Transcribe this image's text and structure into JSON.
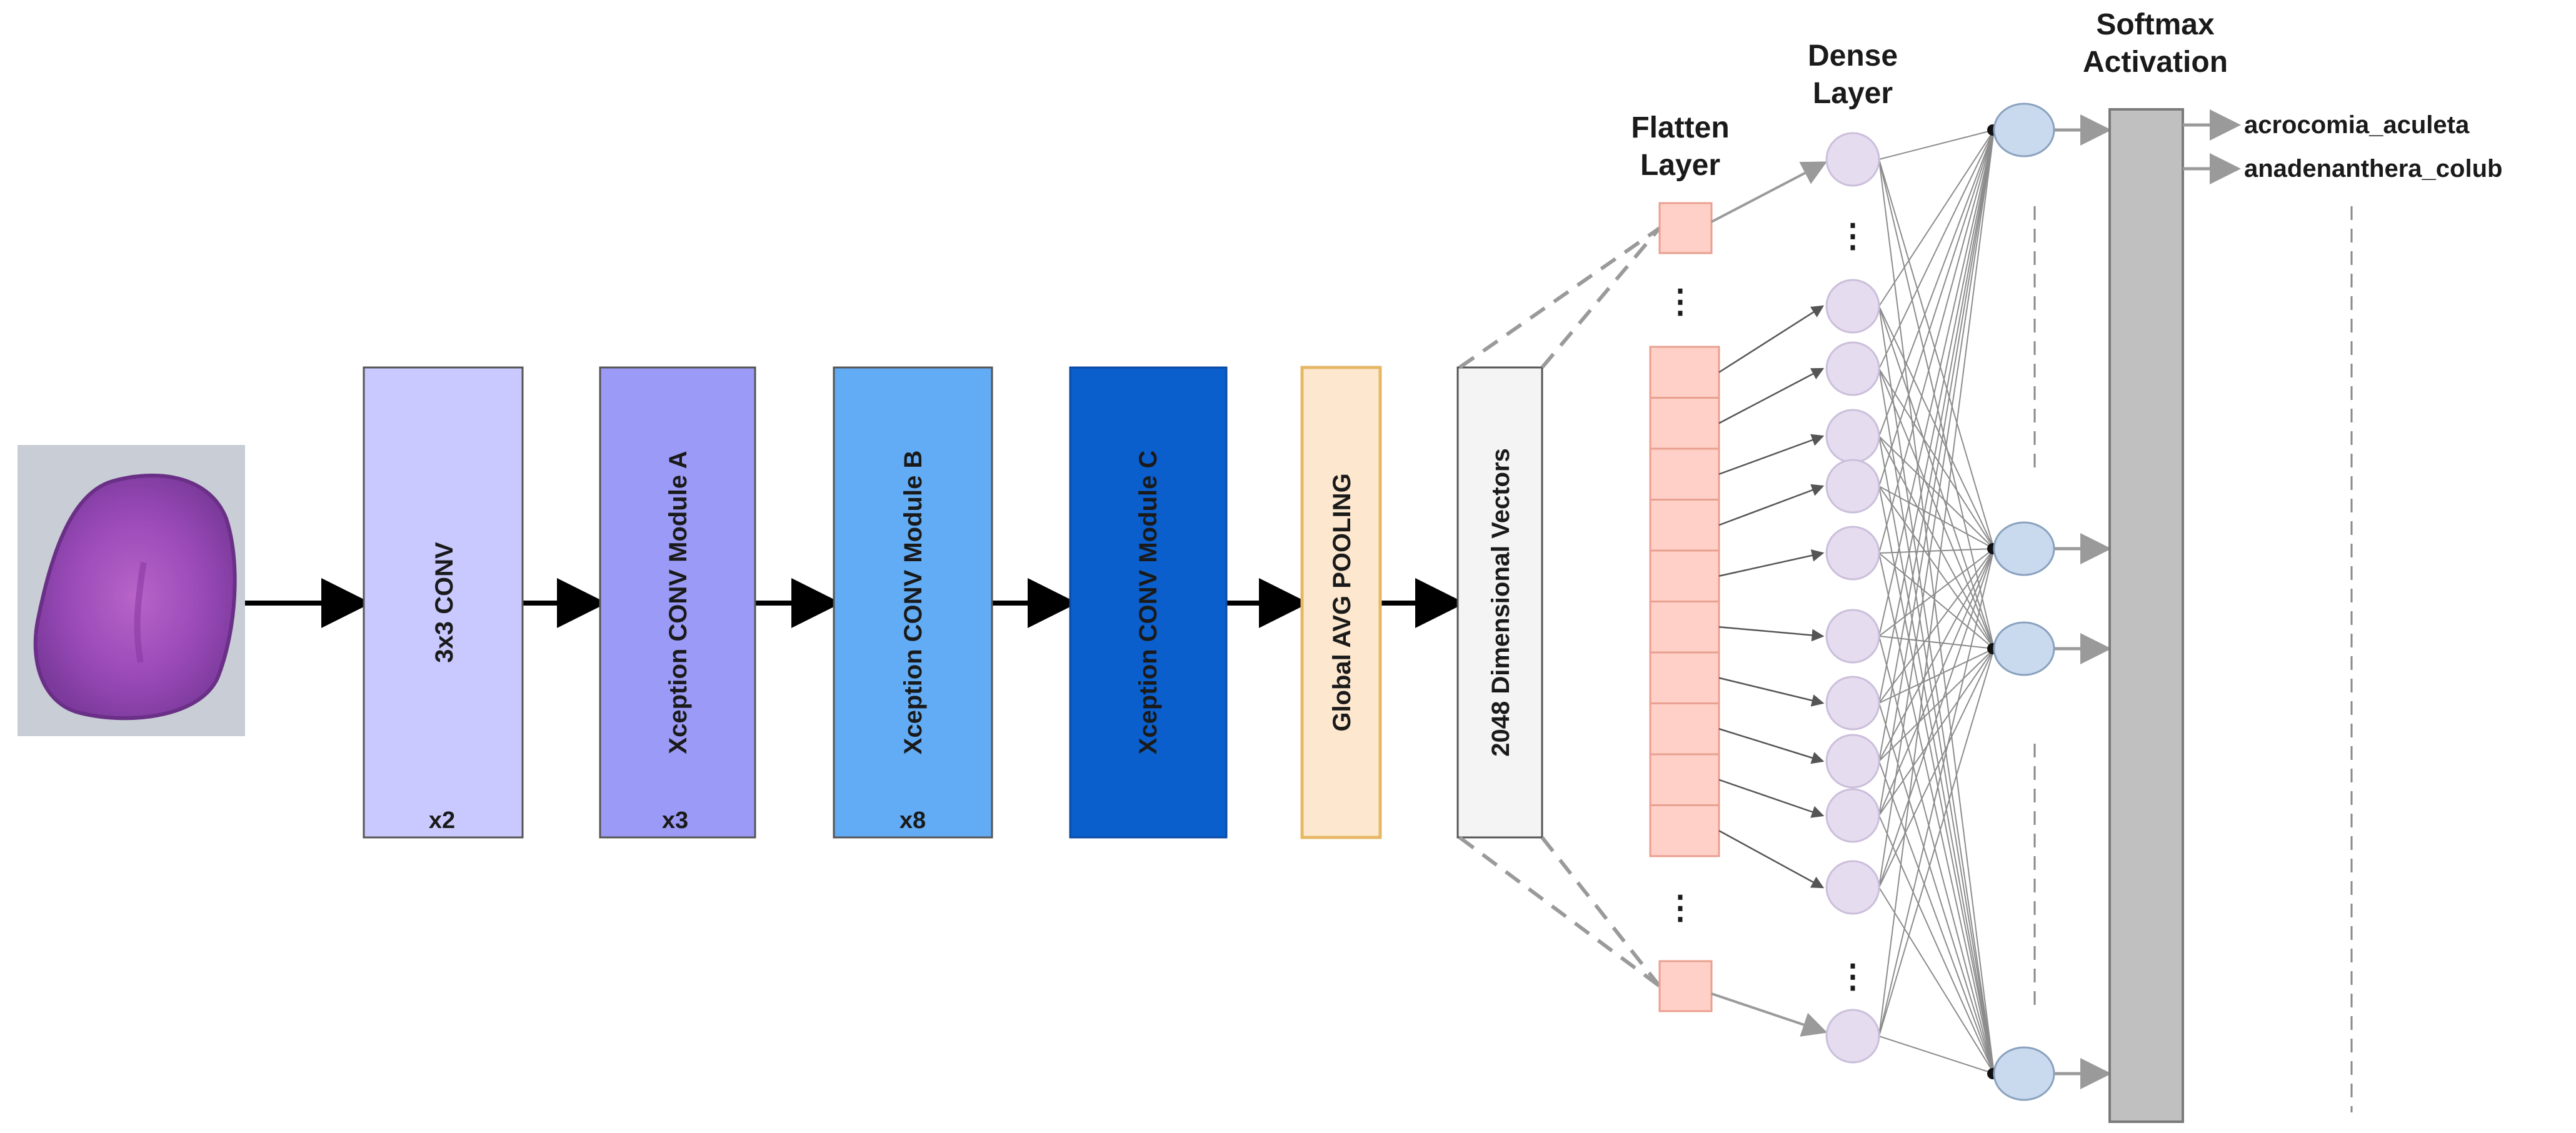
{
  "blocks": {
    "conv": {
      "label": "3x3 CONV",
      "repeat": "x2",
      "fill": "#c9c9ff"
    },
    "module_a": {
      "label": "Xception CONV Module A",
      "repeat": "x3",
      "fill": "#9b9bf7"
    },
    "module_b": {
      "label": "Xception CONV Module B",
      "repeat": "x8",
      "fill": "#62acf6"
    },
    "module_c": {
      "label": "Xception CONV Module C",
      "fill": "#0a5fcc"
    },
    "pooling": {
      "label": "Global AVG POOLING",
      "fill": "#fde8cf",
      "border": "#e6b866"
    },
    "vectors": {
      "label": "2048 Dimensional Vectors",
      "fill": "#f4f4f4"
    }
  },
  "layers": {
    "flatten": {
      "line1": "Flatten",
      "line2": "Layer",
      "fill": "#ffd0c8"
    },
    "dense": {
      "line1": "Dense",
      "line2": "Layer",
      "fill": "#e6dcef"
    },
    "softmax": {
      "line1": "Softmax",
      "line2": "Activation",
      "fill": "#c0c0c0"
    }
  },
  "output_node_fill": "#c9d9ee",
  "classes": [
    "acrocomia_aculeta",
    "anadenanthera_colub"
  ],
  "ellipsis": "⋮"
}
